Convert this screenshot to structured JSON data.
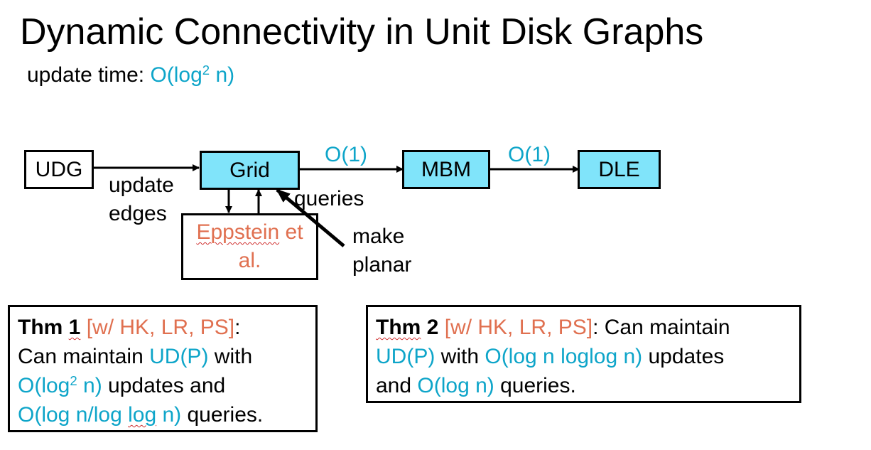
{
  "title": "Dynamic Connectivity in Unit Disk Graphs",
  "subtitle": {
    "prefix": "update time: ",
    "value_main": "O(log",
    "value_sup": "2",
    "value_tail": " n)"
  },
  "diagram": {
    "nodes": {
      "udg": "UDG",
      "grid": "Grid",
      "mbm": "MBM",
      "dle": "DLE",
      "eppstein": "Eppstein et al.",
      "eppstein_wavy": "Eppstein",
      "eppstein_rest": " et",
      "eppstein_line2": "al."
    },
    "edge_labels": {
      "udg_grid_line1": "update",
      "udg_grid_line2": "edges",
      "grid_mbm": "O(1)",
      "mbm_dle": "O(1)",
      "queries": "queries",
      "make_planar_line1": "make",
      "make_planar_line2": "planar"
    }
  },
  "theorems": [
    {
      "name": "Thm 1",
      "name_wavy": "1",
      "name_plain": "Thm ",
      "citation": "[w/ HK, LR, PS]",
      "colon": ":",
      "line2_prefix": "Can maintain ",
      "line2_highlight": "UD(P)",
      "line2_suffix": " with",
      "line3_highlight_main": "O(log",
      "line3_highlight_sup": "2",
      "line3_highlight_tail": " n)",
      "line3_suffix": " updates and",
      "line4_highlight_a": "O(log n/log ",
      "line4_highlight_wavy": "log",
      "line4_highlight_b": " n)",
      "line4_suffix": " queries."
    },
    {
      "name_plain": "Thm ",
      "name_num": "2",
      "name_wavy": "Thm",
      "citation": "[w/ HK, LR, PS]",
      "line1_suffix": ": Can maintain",
      "line2_highlight": "UD(P)",
      "line2_mid": " with ",
      "line2_highlight2": "O(log n loglog n)",
      "line2_suffix": " updates",
      "line3_prefix": "and ",
      "line3_highlight": "O(log n)",
      "line3_suffix": " queries."
    }
  ],
  "colors": {
    "highlight": "#0ea5c9",
    "citation": "#e07050",
    "node_fill": "#80e4fa",
    "border": "#000000"
  }
}
